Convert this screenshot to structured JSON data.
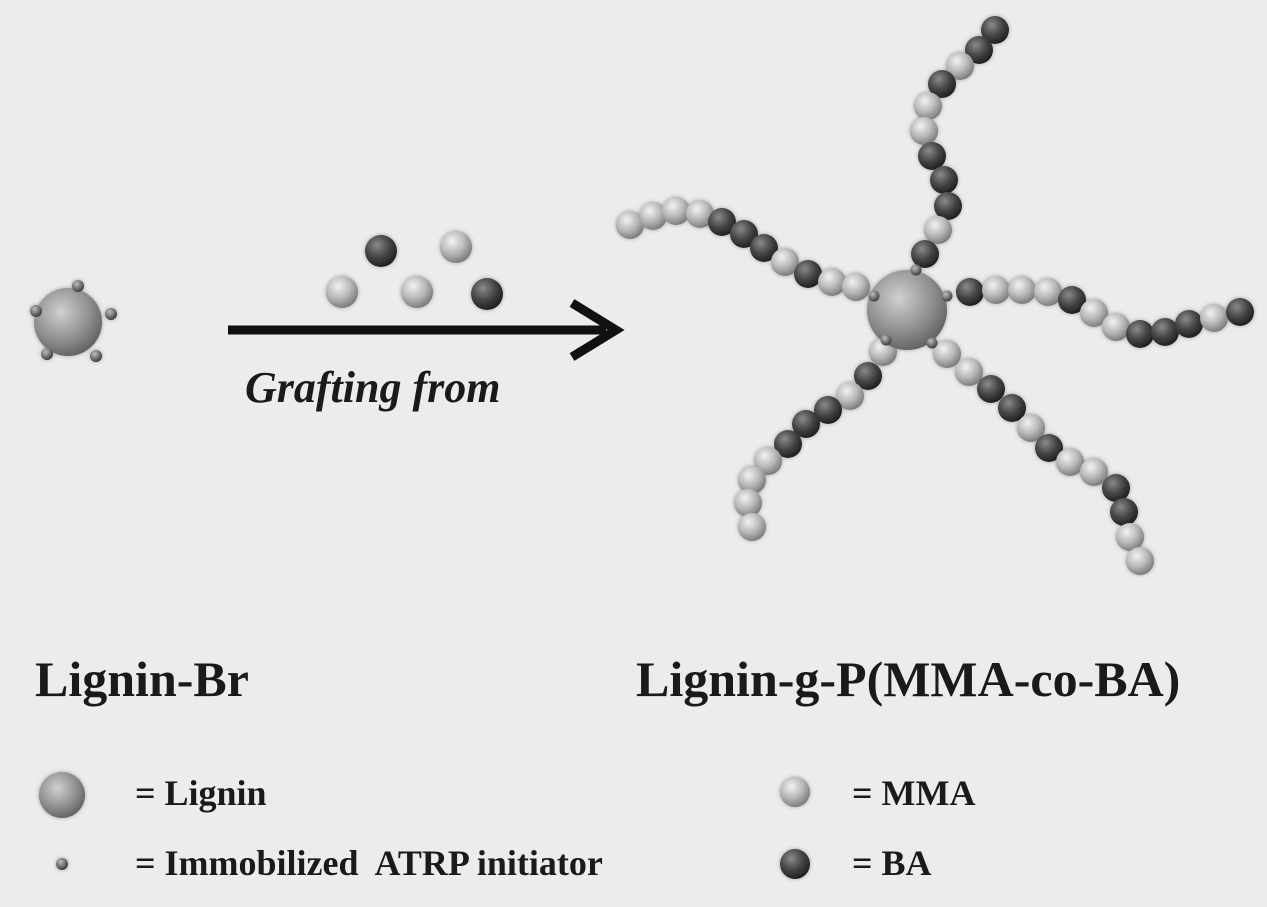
{
  "diagram": {
    "arrow_label": "Grafting from",
    "reactant_label": "Lignin-Br",
    "product_label": "Lignin-g-P(MMA-co-BA)"
  },
  "legend": {
    "lignin": "= Lignin",
    "initiator": "= Immobilized  ATRP initiator",
    "mma": "= MMA",
    "ba": "= BA"
  },
  "colors": {
    "background": "#ececec",
    "mma": "#b5b5b5",
    "ba": "#444444",
    "lignin": "#8e8e8e",
    "initiator": "#666666",
    "arrow": "#111111"
  }
}
